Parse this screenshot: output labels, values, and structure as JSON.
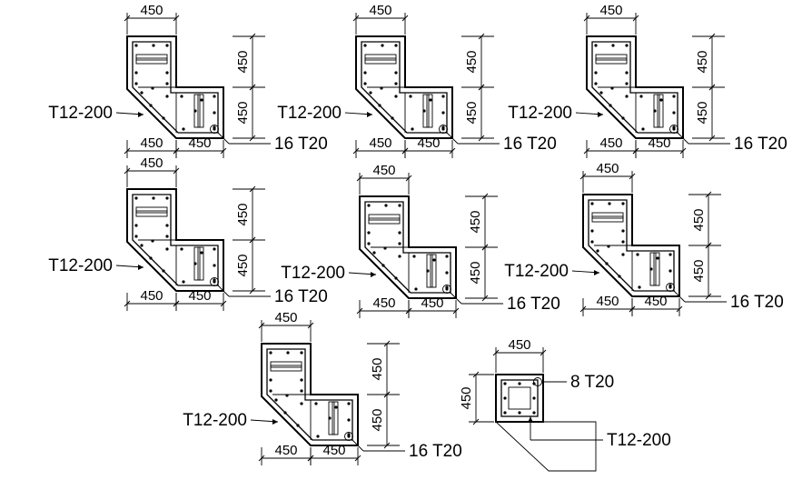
{
  "details": [
    {
      "top_width": "450",
      "right_upper": "450",
      "right_lower": "450",
      "bottom_left": "450",
      "bottom_right": "450",
      "stirrup_label": "T12-200",
      "bar_label": "16 T20"
    },
    {
      "top_width": "450",
      "right_upper": "450",
      "right_lower": "450",
      "bottom_left": "450",
      "bottom_right": "450",
      "stirrup_label": "T12-200",
      "bar_label": "16 T20"
    },
    {
      "top_width": "450",
      "right_upper": "450",
      "right_lower": "450",
      "bottom_left": "450",
      "bottom_right": "450",
      "stirrup_label": "T12-200",
      "bar_label": "16 T20"
    },
    {
      "top_width": "450",
      "right_upper": "450",
      "right_lower": "450",
      "bottom_left": "450",
      "bottom_right": "450",
      "stirrup_label": "T12-200",
      "bar_label": "16 T20"
    },
    {
      "top_width": "450",
      "right_upper": "450",
      "right_lower": "450",
      "bottom_left": "450",
      "bottom_right": "450",
      "stirrup_label": "T12-200",
      "bar_label": "16 T20"
    },
    {
      "top_width": "450",
      "right_upper": "450",
      "right_lower": "450",
      "bottom_left": "450",
      "bottom_right": "450",
      "stirrup_label": "T12-200",
      "bar_label": "16 T20"
    },
    {
      "top_width": "450",
      "right_upper": "450",
      "right_lower": "450",
      "bottom_left": "450",
      "bottom_right": "450",
      "stirrup_label": "T12-200",
      "bar_label": "16 T20"
    }
  ],
  "square": {
    "top_width": "450",
    "left_height": "450",
    "bar_label": "8 T20",
    "stirrup_label": "T12-200"
  }
}
